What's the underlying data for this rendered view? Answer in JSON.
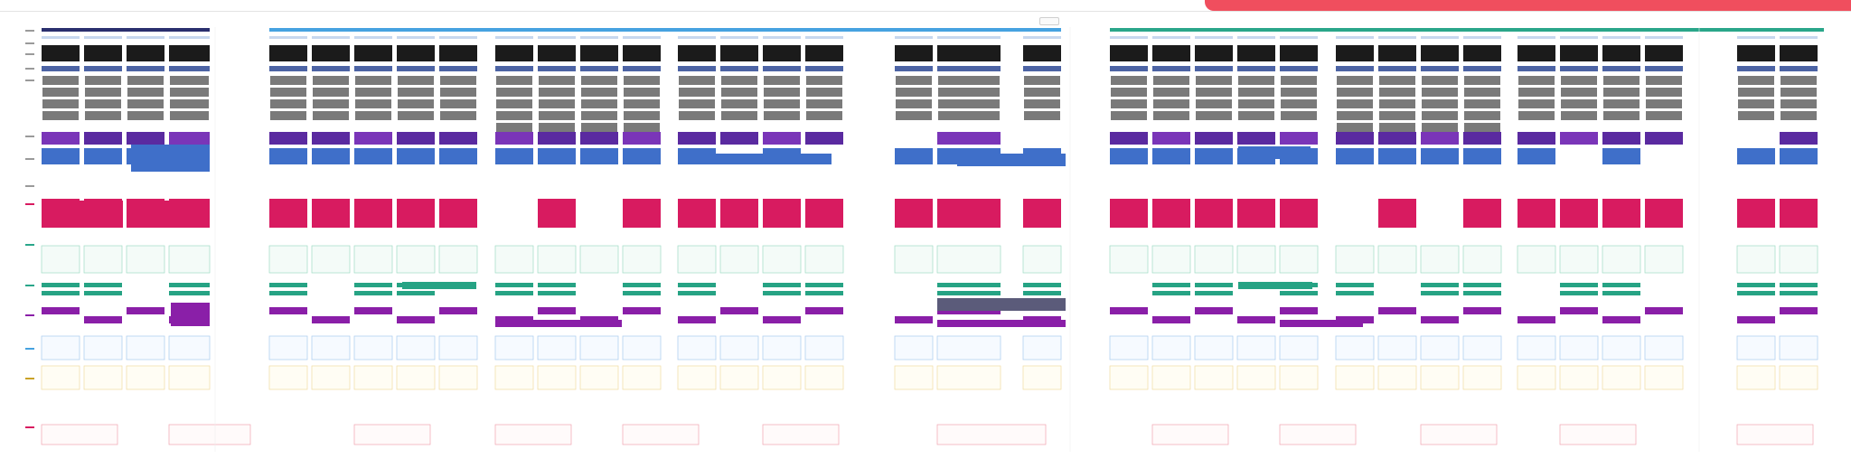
{
  "colors": {
    "navy": "#2a2f6e",
    "blue": "#46a2e0",
    "teal": "#2aa68a",
    "black": "#1b1b1b",
    "slate": "#4c63a4",
    "gray": "#7a7a7a",
    "violet": "#5a2aa0",
    "crimson": "#d81b60",
    "green": "#26a384",
    "purple": "#8a1fa8",
    "mint": "#9fdcc4",
    "sky": "#a8cbee",
    "sand": "#efdca2",
    "rose": "#f0a3b0",
    "accent": "#f04e5e"
  },
  "board": {
    "title": "",
    "sections": [
      {
        "key": "navy",
        "title": ""
      },
      {
        "key": "blue",
        "title": ""
      },
      {
        "key": "teal",
        "title": ""
      }
    ]
  }
}
